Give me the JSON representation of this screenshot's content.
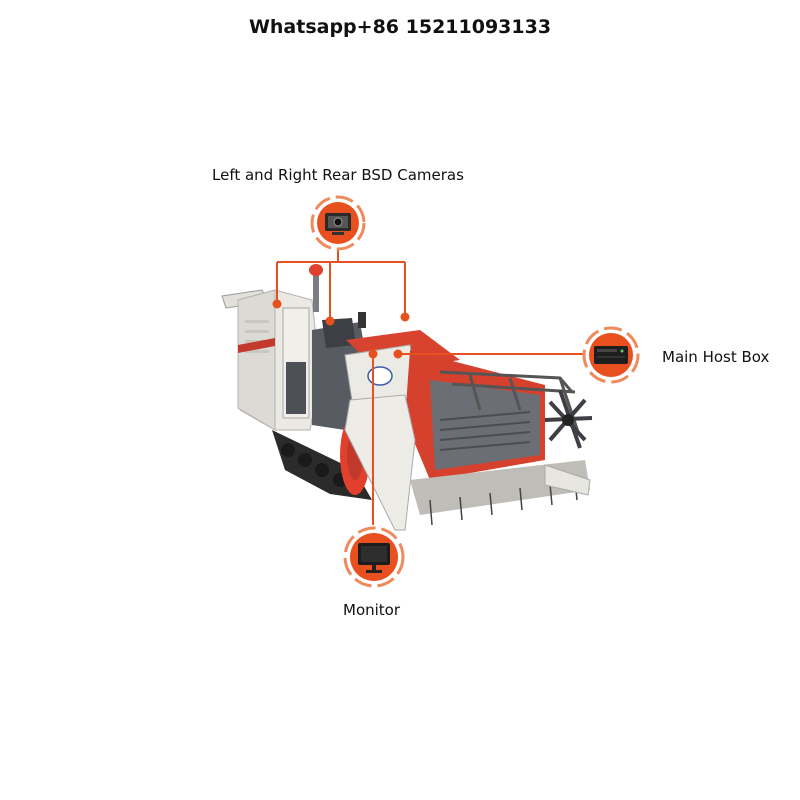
{
  "header": {
    "title": "Whatsapp+86 15211093133"
  },
  "components": {
    "cameras": {
      "label": "Left and Right Rear BSD Cameras",
      "icon": "rear-camera-icon"
    },
    "host_box": {
      "label": "Main Host Box",
      "icon": "dvr-host-box-icon"
    },
    "monitor": {
      "label": "Monitor",
      "icon": "monitor-icon"
    }
  },
  "colors": {
    "accent": "#e8501f",
    "machine_red": "#d63a2a",
    "machine_white": "#e9e7e2",
    "machine_grey": "#5a5d63"
  }
}
